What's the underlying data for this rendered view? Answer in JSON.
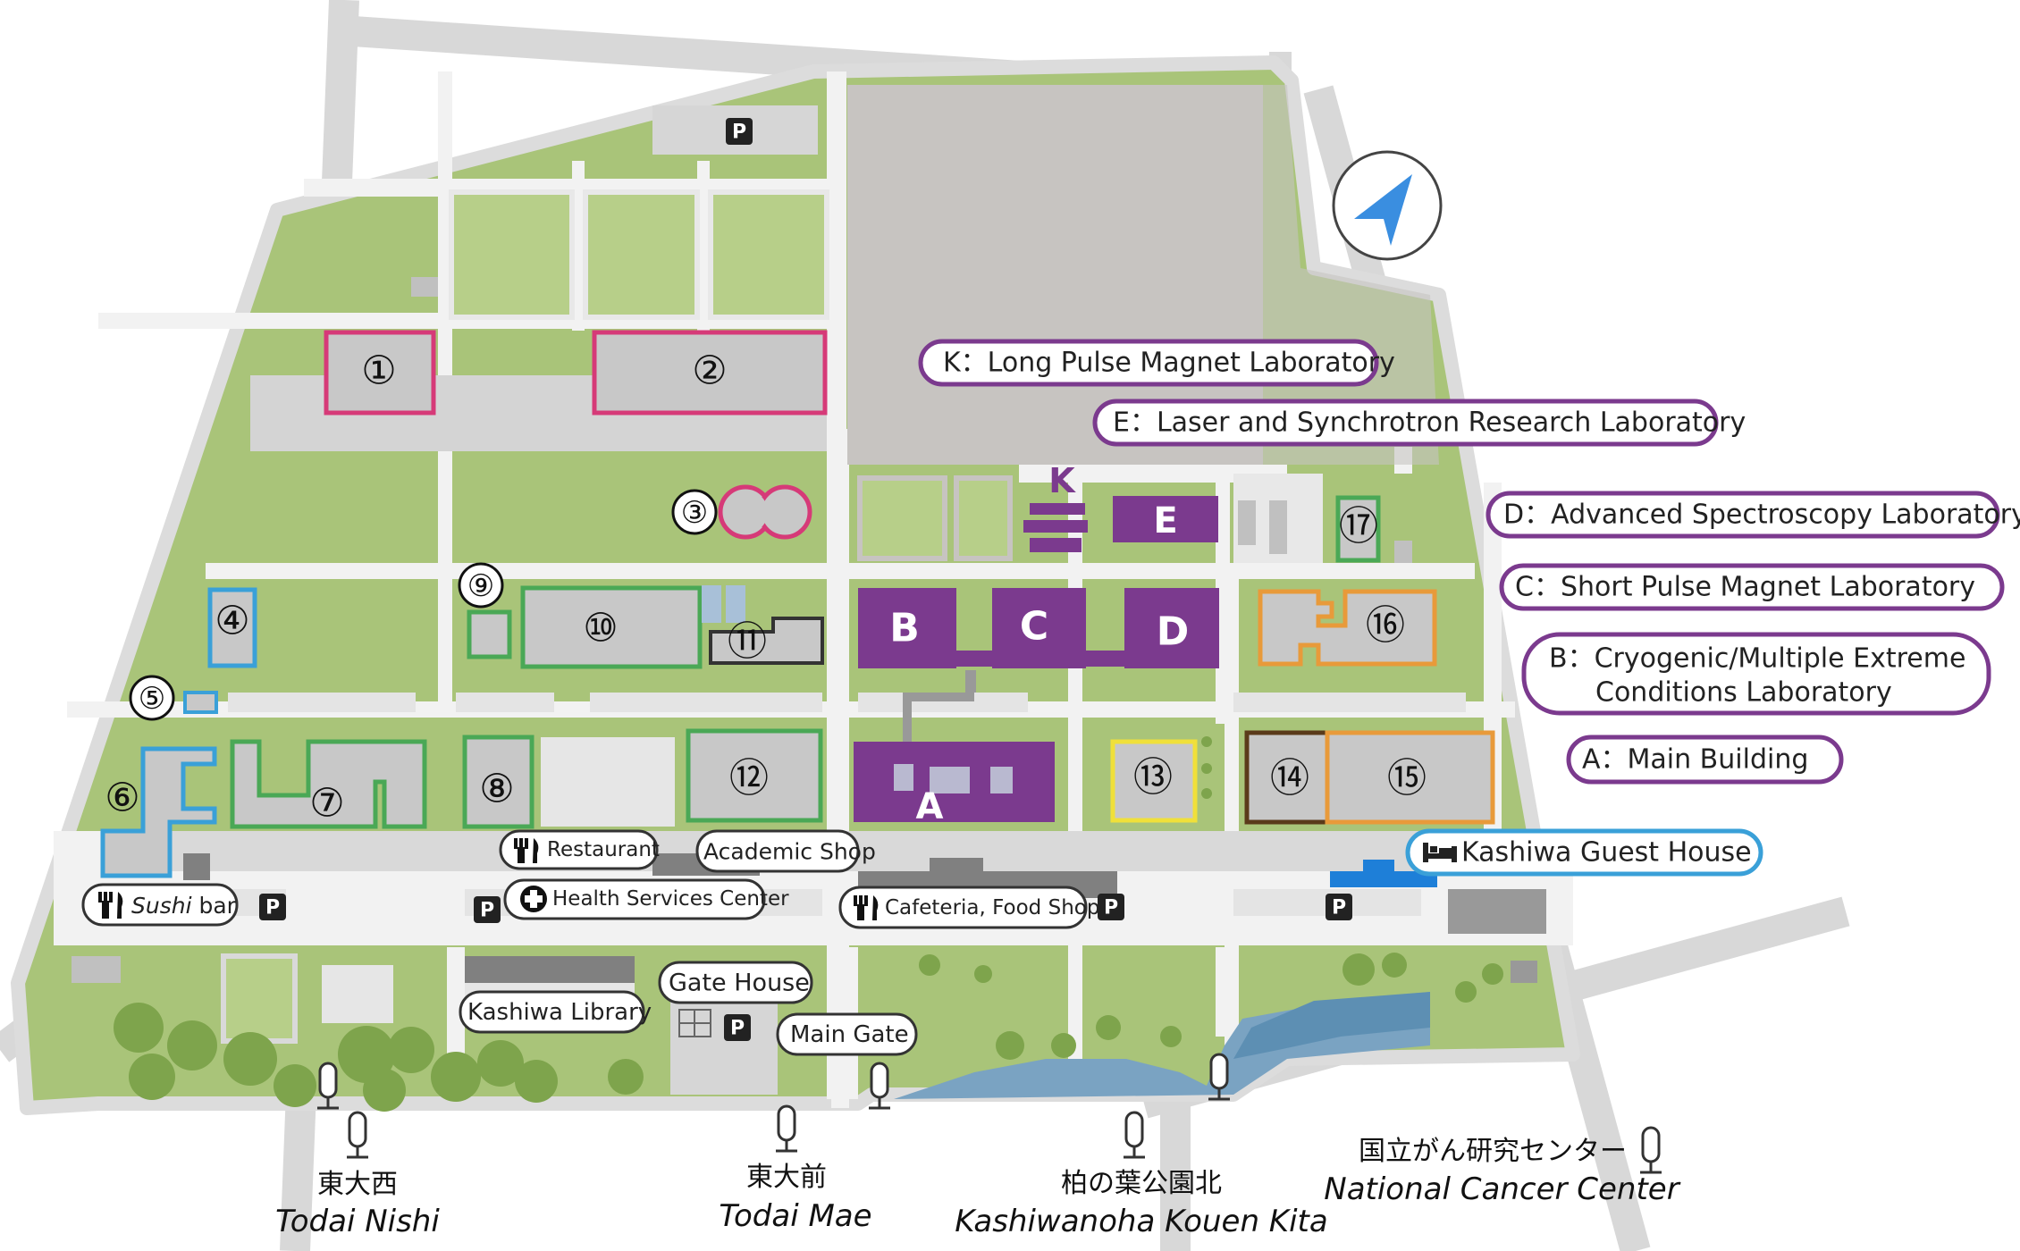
{
  "buildings": {
    "n1": "①",
    "n2": "②",
    "n3": "③",
    "n4": "④",
    "n5": "⑤",
    "n6": "⑥",
    "n7": "⑦",
    "n8": "⑧",
    "n9": "⑨",
    "n10": "⑩",
    "n11": "⑪",
    "n12": "⑫",
    "n13": "⑬",
    "n14": "⑭",
    "n15": "⑮",
    "n16": "⑯",
    "n17": "⑰",
    "A": "A",
    "B": "B",
    "C": "C",
    "D": "D",
    "E": "E",
    "K": "K"
  },
  "legend": {
    "K": "K：Long Pulse Magnet Laboratory",
    "E": "E：Laser and Synchrotron Research Laboratory",
    "D": "D：Advanced Spectroscopy Laboratory",
    "C": "C：Short Pulse Magnet Laboratory",
    "B_line1": "B：Cryogenic/Multiple Extreme",
    "B_line2": "Conditions Laboratory",
    "A": "A：Main Building",
    "guest_house": "Kashiwa Guest House"
  },
  "facilities": {
    "restaurant": "Restaurant",
    "academic_shop": "Academic Shop",
    "health_center": "Health Services Center",
    "cafeteria": "Cafeteria, Food Shop",
    "sushi_italic": "Sushi",
    "sushi_rest": " bar",
    "gate_house": "Gate House",
    "library": "Kashiwa Library",
    "main_gate": "Main Gate",
    "parking": "P"
  },
  "bus_stops": [
    {
      "ja": "東大西",
      "en": "Todai Nishi"
    },
    {
      "ja": "東大前",
      "en": "Todai Mae"
    },
    {
      "ja": "柏の葉公園北",
      "en": "Kashiwanoha Kouen Kita"
    },
    {
      "ja": "国立がん研究センター",
      "en": "National Cancer Center"
    }
  ],
  "colors": {
    "grass": "#a9c479",
    "road": "#f2f2f2",
    "building": "#c8c8c8",
    "purple": "#7b3a8e",
    "pink": "#d63a78",
    "green_outline": "#4aa856",
    "blue_outline": "#3aa0d8",
    "orange_outline": "#e89a3a",
    "yellow_outline": "#f0e03a",
    "brown_outline": "#5a3a1a",
    "water": "#7aa3c2",
    "compass": "#3a8ee0"
  },
  "icons": [
    "compass-arrow-icon",
    "fork-knife-icon",
    "cross-icon",
    "bed-icon",
    "bus-stop-icon",
    "parking-icon"
  ]
}
